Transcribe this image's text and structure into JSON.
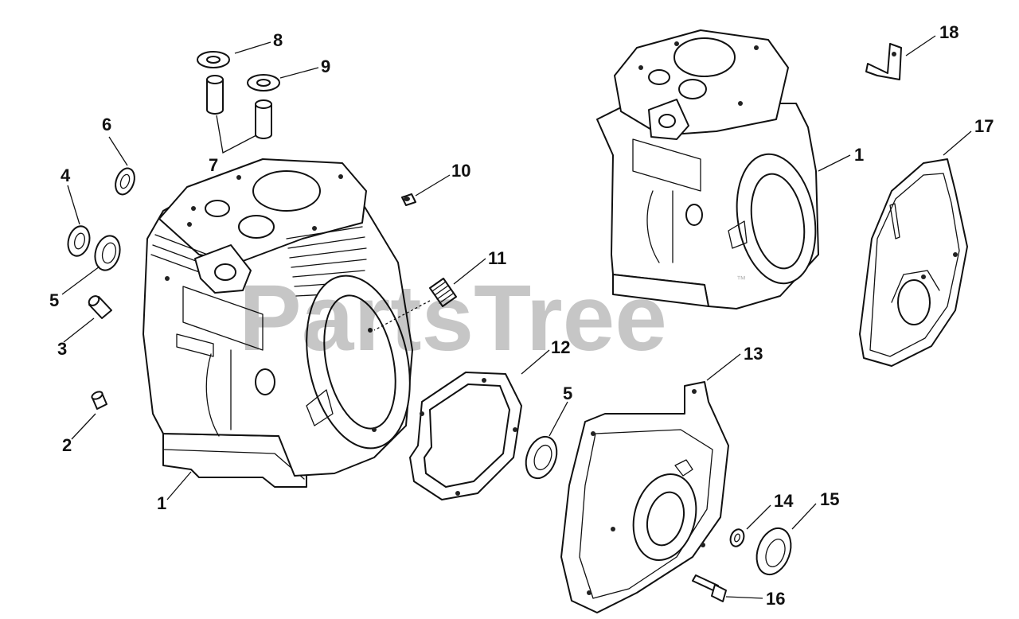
{
  "watermark": {
    "text": "PartsTree",
    "mark": "™"
  },
  "callouts": {
    "c1_left": "1",
    "c1_right": "1",
    "c2": "2",
    "c3": "3",
    "c4": "4",
    "c5_left": "5",
    "c5_right": "5",
    "c6": "6",
    "c7": "7",
    "c8": "8",
    "c9": "9",
    "c10": "10",
    "c11": "11",
    "c12": "12",
    "c13": "13",
    "c14": "14",
    "c15": "15",
    "c16": "16",
    "c17": "17",
    "c18": "18"
  }
}
